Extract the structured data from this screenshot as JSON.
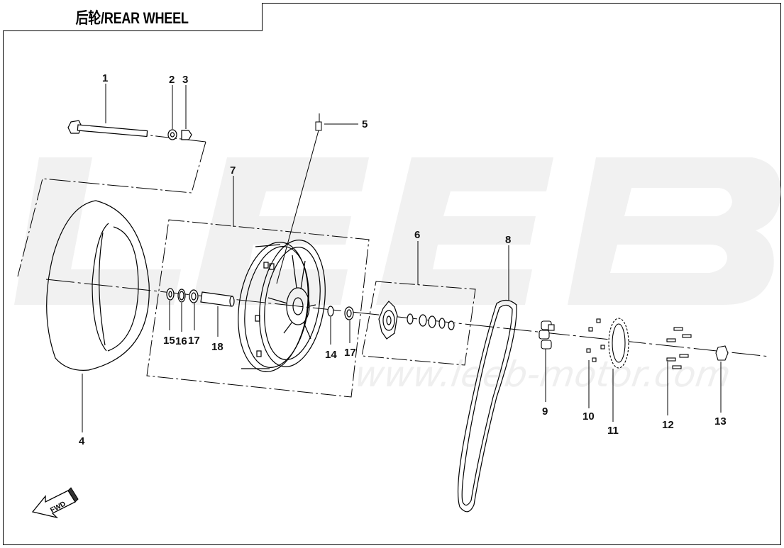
{
  "title": "后轮/REAR WHEEL",
  "watermark": {
    "brand": "LEEB",
    "url": "www.leeb-motor.com"
  },
  "fwd_label": "FWD",
  "callouts": [
    "1",
    "2",
    "3",
    "4",
    "5",
    "6",
    "7",
    "8",
    "9",
    "10",
    "11",
    "12",
    "13",
    "14",
    "15",
    "16",
    "17",
    "17",
    "18"
  ],
  "colors": {
    "line": "#000000",
    "watermark": "#f0f0f0"
  }
}
